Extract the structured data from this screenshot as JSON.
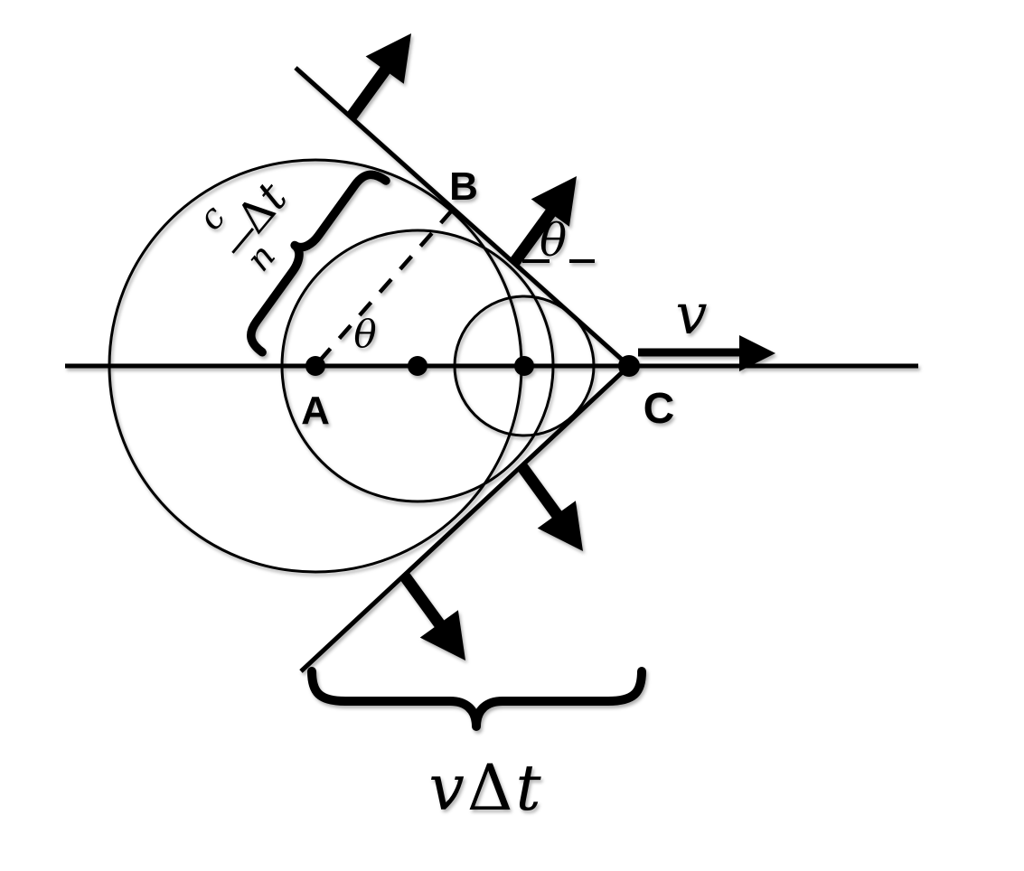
{
  "colors": {
    "ink": "#000000",
    "background": "#ffffff"
  },
  "labels": {
    "point_a": "A",
    "point_b": "B",
    "point_c": "C",
    "theta": "θ",
    "velocity": "v",
    "speed_numerator": "c",
    "refractive_index": "n",
    "delta": "Δ",
    "time": "t"
  }
}
